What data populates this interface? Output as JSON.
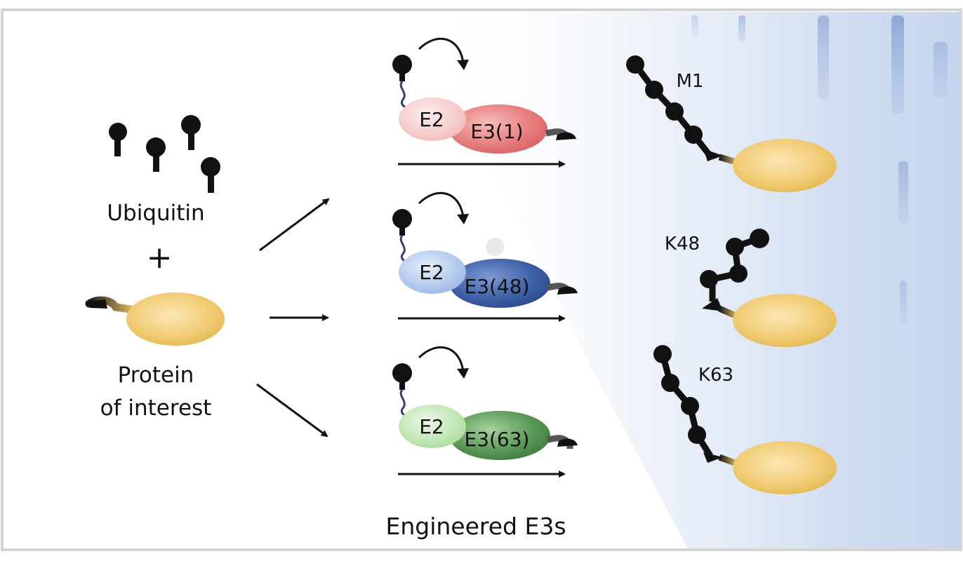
{
  "inputs": {
    "ubiquitin_label": "Ubiquitin",
    "plus_sign": "+",
    "protein_label_line1": "Protein",
    "protein_label_line2": "of interest"
  },
  "enzymes": {
    "e2_label": "E2",
    "e3_labels": [
      "E3(1)",
      "E3(48)",
      "E3(63)"
    ],
    "footer_label": "Engineered E3s",
    "colors": {
      "e3_1": "#e8807f",
      "e3_48": "#3f62a8",
      "e3_63": "#4f8f4f",
      "e2_1": "#f6c9c8",
      "e2_48": "#a8c2ea",
      "e2_63": "#b3e0a6",
      "protein": "#f0c868",
      "ubiquitin": "#111111"
    }
  },
  "products": {
    "chain_labels": [
      "M1",
      "K48",
      "K63"
    ]
  }
}
